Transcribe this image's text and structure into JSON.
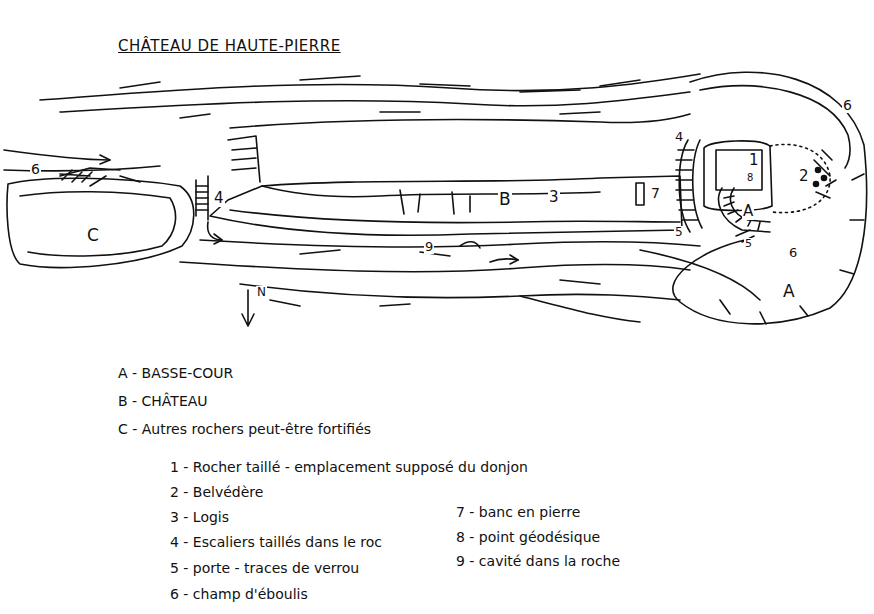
{
  "diagram": {
    "title": "CHÂTEAU DE HAUTE-PIERRE",
    "labels": [
      "6",
      "4",
      "C",
      "9",
      "B",
      "3",
      "7",
      "4",
      "1",
      "8",
      "2",
      "6",
      "A",
      "5",
      "5",
      "6",
      "A",
      "N",
      "A - BASSE-COUR",
      "B - CHÂTEAU",
      "C - Autres rochers peut-être fortifiés",
      "1 - Rocher taillé - emplacement supposé du donjon",
      "2 - Belvédère",
      "3 - Logis",
      "4 - Escaliers taillés dans le roc",
      "5 - porte - traces de verrou",
      "6 - champ d'éboulis",
      "7 - banc en pierre",
      "8 - point géodésique",
      "9 - cavité dans la roche"
    ]
  }
}
